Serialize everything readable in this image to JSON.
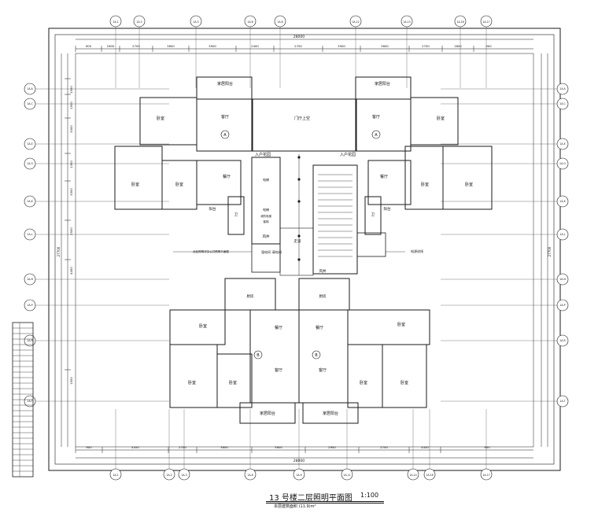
{
  "drawing": {
    "title": "13 号楼二层照明平面图",
    "scale": "1:100",
    "subtitle": "本层建筑面积  (11.9)m²"
  },
  "axes": {
    "top": [
      "1A-1",
      "1A-3",
      "1A-5",
      "1A-6",
      "1A-8",
      "1A-12",
      "1A-13",
      "1A-16",
      "1A-17"
    ],
    "bottom": [
      "1A-1",
      "1A-2",
      "1A-3",
      "1A-6",
      "1A-9",
      "1A-11",
      "1A-14",
      "1A-16",
      "1A-17"
    ],
    "left": [
      "1A-A",
      "1A-C",
      "1A-E",
      "1A-G",
      "1A-K",
      "1A-L",
      "1A-N",
      "1A-P",
      "1A-R",
      "1A-T"
    ],
    "right": [
      "1A-A",
      "1A-C",
      "1A-E",
      "1A-G",
      "1A-K",
      "1A-L",
      "1A-N",
      "1A-P",
      "1A-R",
      "1A-T"
    ]
  },
  "dimensions": {
    "top_total": "28000",
    "top_segments": [
      "900",
      "1800",
      "2700",
      "3600",
      "3900",
      "2400",
      "2700",
      "3900",
      "3600",
      "2700",
      "1800",
      "900"
    ],
    "bottom_total": "28000",
    "bottom_segments": [
      "900",
      "4450",
      "2700",
      "3600",
      "3600",
      "2900",
      "2700",
      "4450",
      "900"
    ],
    "left_segments": [
      "1500",
      "1500",
      "3300",
      "1300",
      "3300",
      "2500",
      "4450",
      "1500"
    ],
    "left_total": "27700",
    "right_total": "27700"
  },
  "rooms": {
    "balcony_top_left": "家居阳台",
    "balcony_top_right": "家居阳台",
    "stair_hall_top": "门厅上空",
    "bedroom": "卧室",
    "living": "客厅",
    "dining": "餐厅",
    "entry_left": "入户花园",
    "entry_right": "入户花园",
    "kitchen": "厨房",
    "kitchen_b": "厨房",
    "wc": "卫",
    "terrace": "阳台",
    "elevator1": "电梯",
    "elevator2": "电梯",
    "corridor": "走道",
    "shaft1": "风井",
    "shaft2": "风井",
    "electric_room": "强电间",
    "weak_room": "弱电间",
    "lift_note1": "消防电梯",
    "lift_note2": "客梯",
    "balcony_bottom_left": "家居阳台",
    "balcony_bottom_right": "家居阳台",
    "unit_a": "A",
    "unit_b": "B",
    "note_left": "此处照明详见公共照明平面图",
    "note_right": "电源进线"
  },
  "legend_rows": 28,
  "colors": {
    "line": "#1a1a1a",
    "axis_line": "#555555",
    "background": "#ffffff"
  }
}
